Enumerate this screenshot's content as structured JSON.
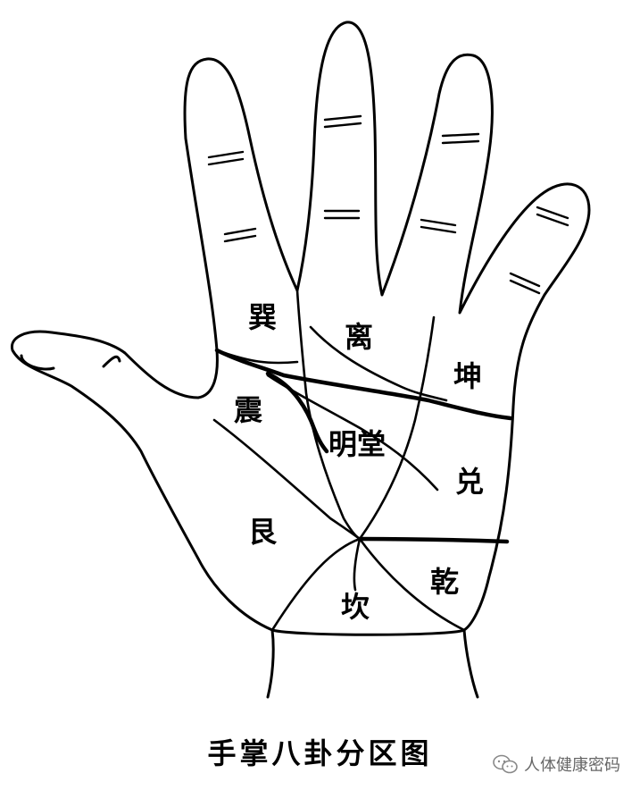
{
  "figure": {
    "title": "手掌八卦分区图",
    "watermark": "人体健康密码",
    "watermark_icon": "wechat-icon",
    "ink_color": "#000000",
    "background_color": "#ffffff"
  },
  "regions": [
    {
      "id": "xun",
      "label": "巽"
    },
    {
      "id": "li",
      "label": "离"
    },
    {
      "id": "kun",
      "label": "坤"
    },
    {
      "id": "zhen",
      "label": "震"
    },
    {
      "id": "mingtang",
      "label": "明堂"
    },
    {
      "id": "dui",
      "label": "兑"
    },
    {
      "id": "gen",
      "label": "艮"
    },
    {
      "id": "kan",
      "label": "坎"
    },
    {
      "id": "qian",
      "label": "乾"
    }
  ]
}
